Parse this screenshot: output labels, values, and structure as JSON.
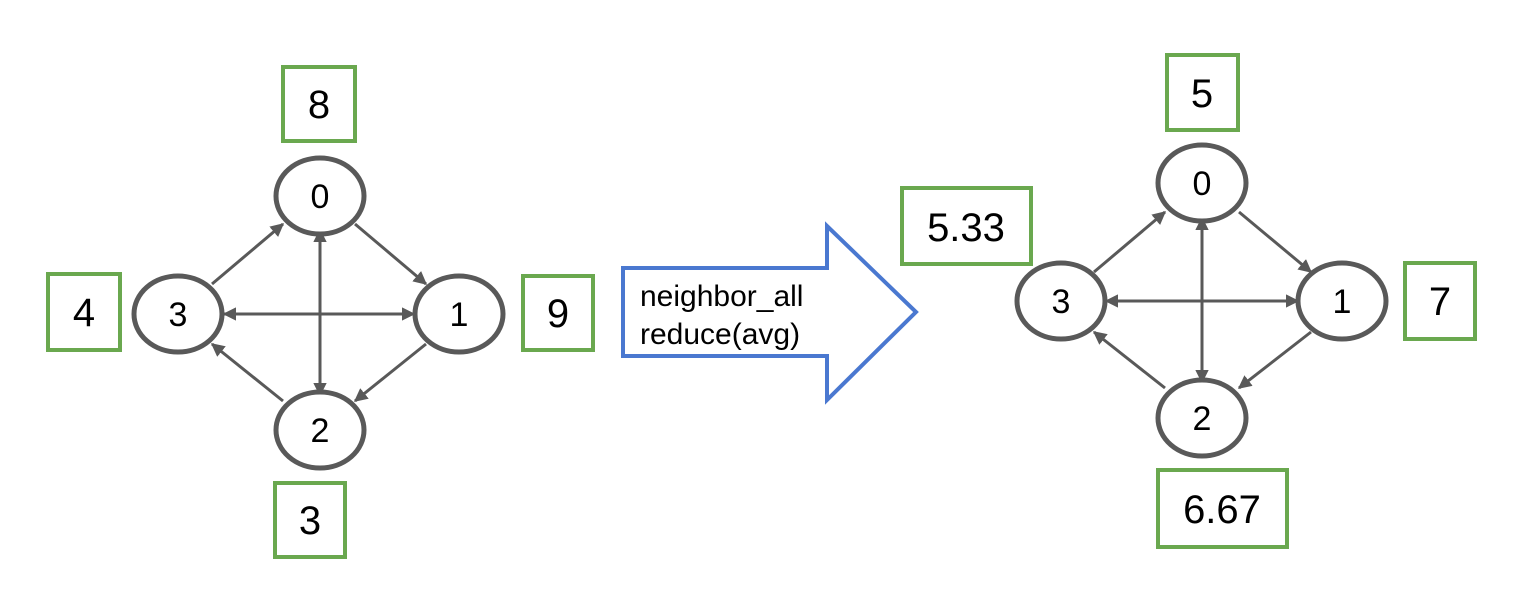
{
  "operation": {
    "line1": "neighbor_all",
    "line2": "reduce(avg)"
  },
  "before": {
    "nodes": {
      "n0": {
        "label": "0",
        "value": "8"
      },
      "n1": {
        "label": "1",
        "value": "9"
      },
      "n2": {
        "label": "2",
        "value": "3"
      },
      "n3": {
        "label": "3",
        "value": "4"
      }
    }
  },
  "after": {
    "nodes": {
      "n0": {
        "label": "0",
        "value": "5"
      },
      "n1": {
        "label": "1",
        "value": "7"
      },
      "n2": {
        "label": "2",
        "value": "6.67"
      },
      "n3": {
        "label": "3",
        "value": "5.33"
      }
    }
  },
  "edges": [
    {
      "from": "3",
      "to": "0",
      "direction": "forward"
    },
    {
      "from": "0",
      "to": "1",
      "direction": "forward"
    },
    {
      "from": "1",
      "to": "2",
      "direction": "forward"
    },
    {
      "from": "2",
      "to": "3",
      "direction": "forward"
    },
    {
      "from": "0",
      "to": "2",
      "direction": "both"
    },
    {
      "from": "3",
      "to": "1",
      "direction": "both"
    }
  ],
  "colors": {
    "node_stroke": "#595959",
    "edge": "#595959",
    "value_box": "#6aa84f",
    "operation_arrow": "#4a78d0"
  }
}
